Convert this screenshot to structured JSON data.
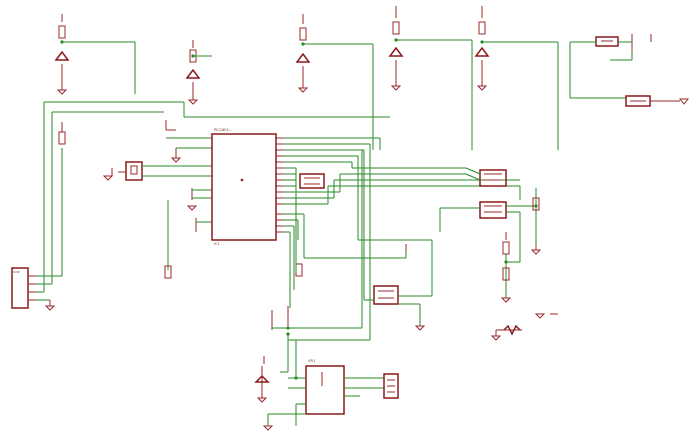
{
  "schematic": {
    "mcu": {
      "ref": "IC1",
      "part": "PIC18F4..."
    },
    "regulator": {
      "ref": "VR1"
    },
    "colors": {
      "wire": "#2a8a2a",
      "part": "#9a2a2a"
    }
  }
}
